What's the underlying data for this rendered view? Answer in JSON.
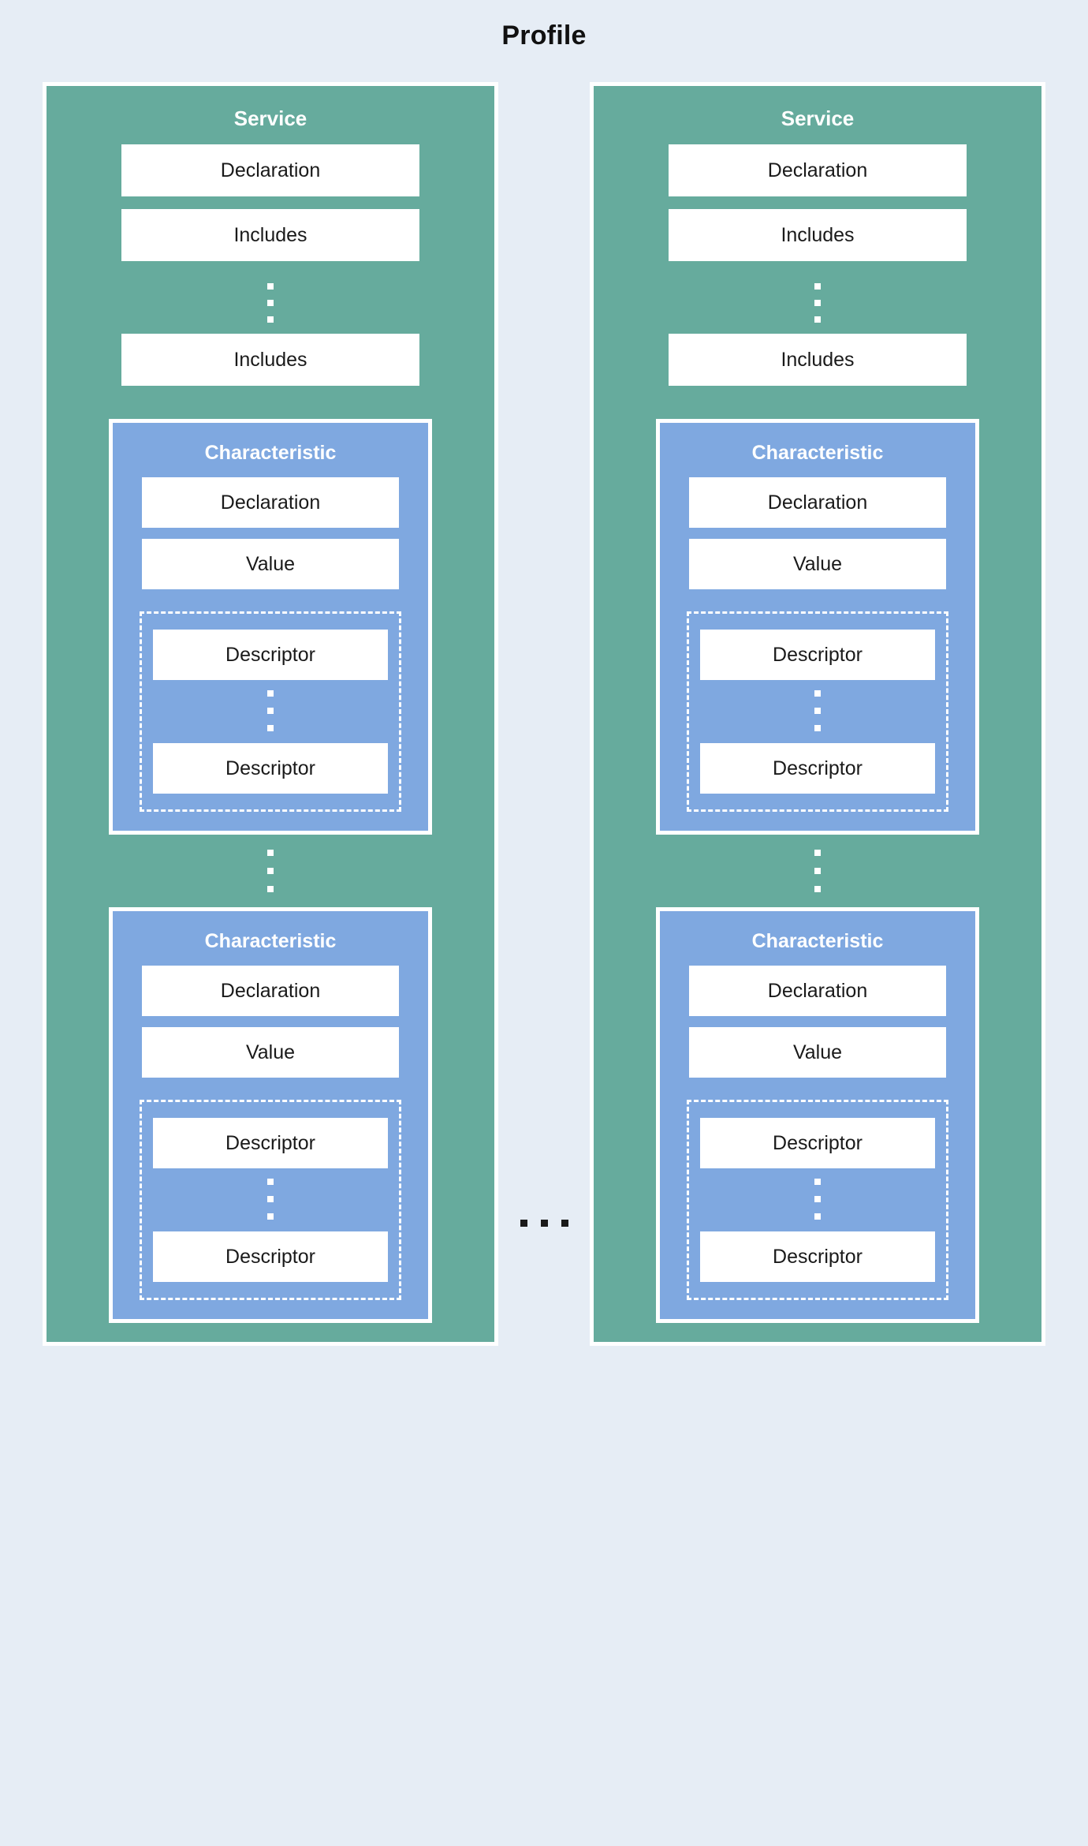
{
  "diagram": {
    "title": "Profile",
    "colors": {
      "background": "#e6edf5",
      "service_fill": "#66ab9d",
      "characteristic_fill": "#7fa8e0",
      "box_fill": "#ffffff",
      "border": "#ffffff",
      "text_dark": "#1a1a1a",
      "text_light": "#ffffff"
    },
    "ellipsis_horizontal": "...",
    "services": [
      {
        "title": "Service",
        "declaration_label": "Declaration",
        "includes_first_label": "Includes",
        "includes_last_label": "Includes",
        "characteristics": [
          {
            "title": "Characteristic",
            "declaration_label": "Declaration",
            "value_label": "Value",
            "descriptor_first_label": "Descriptor",
            "descriptor_last_label": "Descriptor"
          },
          {
            "title": "Characteristic",
            "declaration_label": "Declaration",
            "value_label": "Value",
            "descriptor_first_label": "Descriptor",
            "descriptor_last_label": "Descriptor"
          }
        ]
      },
      {
        "title": "Service",
        "declaration_label": "Declaration",
        "includes_first_label": "Includes",
        "includes_last_label": "Includes",
        "characteristics": [
          {
            "title": "Characteristic",
            "declaration_label": "Declaration",
            "value_label": "Value",
            "descriptor_first_label": "Descriptor",
            "descriptor_last_label": "Descriptor"
          },
          {
            "title": "Characteristic",
            "declaration_label": "Declaration",
            "value_label": "Value",
            "descriptor_first_label": "Descriptor",
            "descriptor_last_label": "Descriptor"
          }
        ]
      }
    ]
  }
}
